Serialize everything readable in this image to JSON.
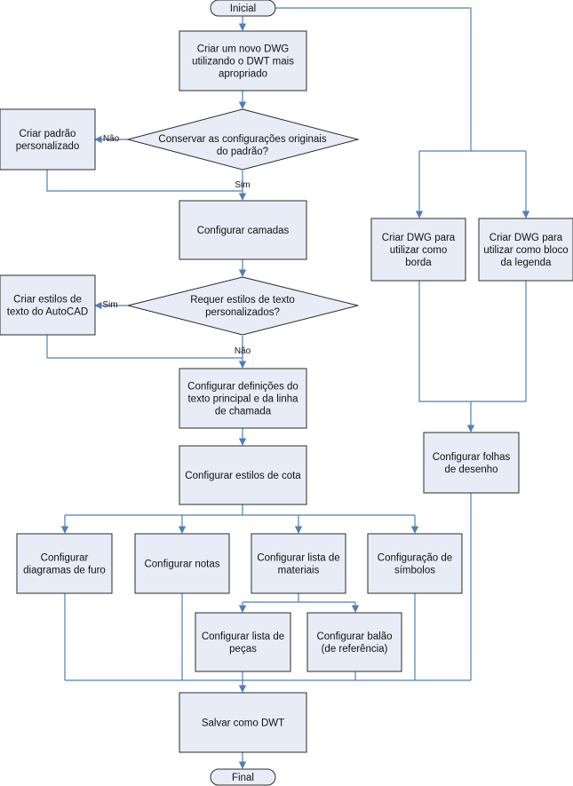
{
  "nodes": {
    "start": "Inicial",
    "end": "Final",
    "novo_dwg": [
      "Criar um novo DWG",
      "utilizando o DWT mais",
      "apropriado"
    ],
    "conservar": [
      "Conservar as configurações originais",
      "do padrão?"
    ],
    "padrao_personalizado": [
      "Criar padrão",
      "personalizado"
    ],
    "camadas": [
      "Configurar camadas"
    ],
    "requer_estilos": [
      "Requer estilos de texto",
      "personalizados?"
    ],
    "estilos_autocad": [
      "Criar estilos de",
      "texto do AutoCAD"
    ],
    "def_texto": [
      "Configurar definições do",
      "texto principal e da linha",
      "de chamada"
    ],
    "estilos_cota": [
      "Configurar estilos de cota"
    ],
    "diagramas_furo": [
      "Configurar",
      "diagramas de furo"
    ],
    "notas": [
      "Configurar notas"
    ],
    "lista_materiais": [
      "Configurar lista de",
      "materiais"
    ],
    "simbolos": [
      "Configuração de",
      "símbolos"
    ],
    "lista_pecas": [
      "Configurar lista de",
      "peças"
    ],
    "balao": [
      "Configurar balão",
      "(de referência)"
    ],
    "salvar": [
      "Salvar como DWT"
    ],
    "dwg_borda": [
      "Criar DWG para",
      "utilizar como",
      "borda"
    ],
    "dwg_legenda": [
      "Criar DWG para",
      "utilizar como bloco",
      "da legenda"
    ],
    "folhas": [
      "Configurar folhas",
      "de desenho"
    ]
  },
  "edge_labels": {
    "nao_1": "Não",
    "sim_1": "Sim",
    "sim_2": "Sim",
    "nao_2": "Não"
  },
  "colors": {
    "box_fill": "#e8ecf6",
    "border": "#2b2b2b",
    "connector": "#4f7fb8"
  }
}
